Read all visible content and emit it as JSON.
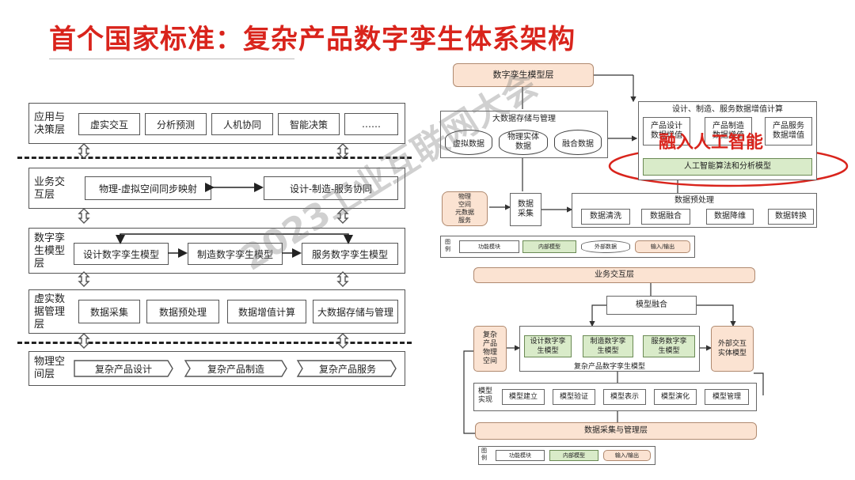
{
  "title": "首个国家标准：复杂产品数字孪生体系架构",
  "left": {
    "layers": [
      {
        "label": "应用与\n决策层",
        "items": [
          "虚实交互",
          "分析预测",
          "人机协同",
          "智能决策",
          "……"
        ]
      },
      {
        "label": "业务交\n互层",
        "items": [
          "物理-虚拟空间同步映射",
          "设计-制造-服务协同"
        ]
      },
      {
        "label": "数字孪\n生模型\n层",
        "items": [
          "设计数字孪生模型",
          "制造数字孪生模型",
          "服务数字孪生模型"
        ]
      },
      {
        "label": "虚实数\n据管理\n层",
        "items": [
          "数据采集",
          "数据预处理",
          "数据增值计算",
          "大数据存储与管理"
        ]
      },
      {
        "label": "物理空\n间层",
        "items": [
          "复杂产品设计",
          "复杂产品制造",
          "复杂产品服务"
        ]
      }
    ]
  },
  "right_top": {
    "dt_layer": "数字孪生模型层",
    "bigdata": {
      "title": "大数据存储与管理",
      "items": [
        "虚拟数据",
        "物理实体\n数据",
        "融合数据"
      ]
    },
    "calc": {
      "title": "设计、制造、服务数据增值计算",
      "items": [
        "产品设计\n数据增值",
        "产品制造\n数据增值",
        "产品服务\n数据增值"
      ],
      "ai_bar": "人工智能算法和分析模型"
    },
    "overlay": "融入人工智能",
    "collect": {
      "left": "物理\n空间\n元数据\n服务",
      "right": "数据\n采集"
    },
    "preproc": {
      "title": "数据预处理",
      "items": [
        "数据清洗",
        "数据融合",
        "数据降维",
        "数据转换"
      ]
    },
    "legend": {
      "prefix": "图\n例",
      "items": [
        "功能模块",
        "内部模型",
        "外部数据",
        "输入/输出"
      ]
    }
  },
  "right_bottom": {
    "biz_layer": "业务交互层",
    "fusion": "模型融合",
    "phys_model": "复杂\n产品\n物理\n空间",
    "ext_model": "外部交互\n实体模型",
    "dt_models": [
      "设计数字孪\n生模型",
      "制造数字孪\n生模型",
      "服务数字孪\n生模型"
    ],
    "dt_caption": "复杂产品数字孪生模型",
    "impl_label": "模型\n实现",
    "impl_items": [
      "模型建立",
      "模型验证",
      "模型表示",
      "模型演化",
      "模型管理"
    ],
    "data_layer": "数据采集与管理层",
    "legend": {
      "prefix": "图\n例",
      "items": [
        "功能模块",
        "内部模型",
        "输入/输出"
      ]
    }
  },
  "watermark": "2023工业互联网大会"
}
